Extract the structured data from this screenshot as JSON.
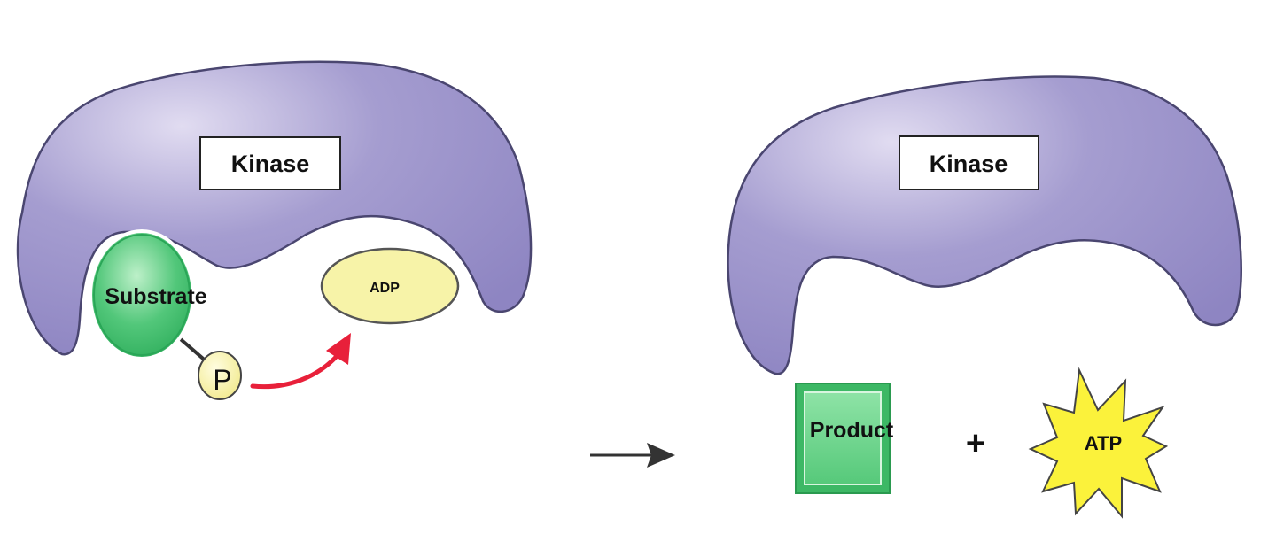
{
  "left_panel": {
    "enzyme_label": "Kinase",
    "substrate_label": "Substrate",
    "phosphate_label": "P",
    "adp_label": "ADP"
  },
  "right_panel": {
    "enzyme_label": "Kinase",
    "product_label": "Product",
    "plus_sign": "+",
    "atp_label": "ATP"
  },
  "colors": {
    "enzyme": "#9e95cc",
    "substrate": "#3dbd6a",
    "product": "#5fcf82",
    "atp_star": "#fbf23b",
    "nucleotide_oval": "#f7f3a8",
    "transfer_arrow": "#e8203a",
    "reaction_arrow": "#333333"
  }
}
